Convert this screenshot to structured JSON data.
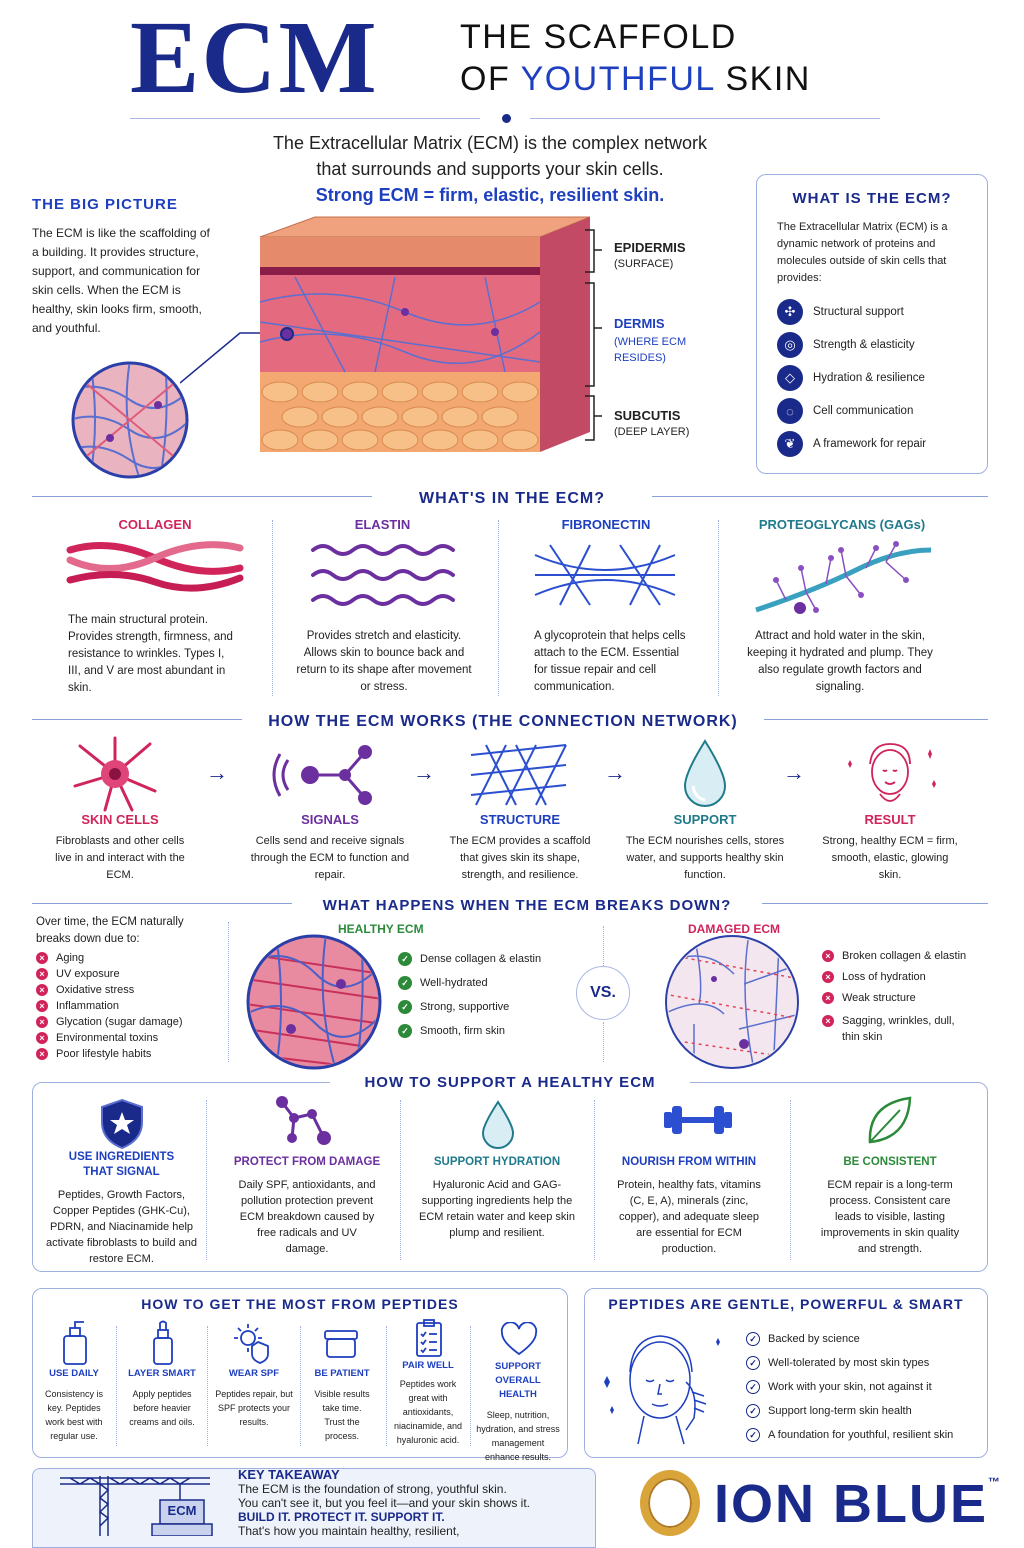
{
  "header": {
    "ecm": "ECM",
    "line1": "THE SCAFFOLD",
    "line2a": "OF",
    "line2b": "YOUTHFUL",
    "line2c": "SKIN",
    "intro1": "The Extracellular Matrix (ECM) is the complex network",
    "intro2": "that surrounds and supports your skin cells.",
    "intro3": "Strong ECM = firm, elastic, resilient skin."
  },
  "big_picture": {
    "title": "THE BIG PICTURE",
    "text": "The ECM is like the scaffolding of a building. It provides structure, support, and communication for skin cells. When the ECM is healthy, skin looks firm, smooth, and youthful."
  },
  "layers": [
    {
      "name": "EPIDERMIS",
      "sub": "(SURFACE)"
    },
    {
      "name": "DERMIS",
      "sub": "(WHERE ECM RESIDES)"
    },
    {
      "name": "SUBCUTIS",
      "sub": "(DEEP LAYER)"
    }
  ],
  "what_is": {
    "title": "WHAT IS THE ECM?",
    "text": "The Extracellular Matrix (ECM) is a dynamic network of proteins and molecules outside of skin cells that provides:",
    "items": [
      "Structural support",
      "Strength & elasticity",
      "Hydration & resilience",
      "Cell communication",
      "A framework for repair"
    ]
  },
  "whats_in": {
    "title": "WHAT'S IN THE ECM?",
    "items": [
      {
        "name": "COLLAGEN",
        "text": "The main structural protein. Provides strength, firmness, and resistance to wrinkles. Types I, III, and V are most abundant in skin."
      },
      {
        "name": "ELASTIN",
        "text": "Provides stretch and elasticity. Allows skin to bounce back and return to its shape after movement or stress."
      },
      {
        "name": "FIBRONECTIN",
        "text": "A glycoprotein that helps cells attach to the ECM. Essential for tissue repair and cell communication."
      },
      {
        "name": "PROTEOGLYCANS (GAGs)",
        "text": "Attract and hold water in the skin, keeping it hydrated and plump. They also regulate growth factors and signaling."
      }
    ]
  },
  "works": {
    "title": "HOW THE ECM WORKS (THE CONNECTION NETWORK)",
    "steps": [
      {
        "name": "SKIN CELLS",
        "text": "Fibroblasts and other cells live in and interact with the ECM."
      },
      {
        "name": "SIGNALS",
        "text": "Cells send and receive signals through the ECM to function and repair."
      },
      {
        "name": "STRUCTURE",
        "text": "The ECM provides a scaffold that gives skin its shape, strength, and resilience."
      },
      {
        "name": "SUPPORT",
        "text": "The ECM nourishes cells, stores water, and supports healthy skin function."
      },
      {
        "name": "RESULT",
        "text": "Strong, healthy ECM = firm, smooth, elastic, glowing skin."
      }
    ]
  },
  "breakdown": {
    "title": "WHAT HAPPENS WHEN THE ECM BREAKS DOWN?",
    "intro": "Over time, the ECM naturally breaks down due to:",
    "causes": [
      "Aging",
      "UV exposure",
      "Oxidative stress",
      "Inflammation",
      "Glycation (sugar damage)",
      "Environmental toxins",
      "Poor lifestyle habits"
    ],
    "healthy_title": "HEALTHY ECM",
    "healthy": [
      "Dense collagen & elastin",
      "Well-hydrated",
      "Strong, supportive",
      "Smooth, firm skin"
    ],
    "vs": "VS.",
    "damaged_title": "DAMAGED ECM",
    "damaged": [
      "Broken collagen & elastin",
      "Loss of hydration",
      "Weak structure",
      "Sagging, wrinkles, dull, thin skin"
    ]
  },
  "support": {
    "title": "HOW TO SUPPORT A HEALTHY ECM",
    "items": [
      {
        "name": "USE INGREDIENTS THAT SIGNAL",
        "text": "Peptides, Growth Factors, Copper Peptides (GHK-Cu), PDRN, and Niacinamide help activate fibroblasts to build and restore ECM."
      },
      {
        "name": "PROTECT FROM DAMAGE",
        "text": "Daily SPF, antioxidants, and pollution protection prevent ECM breakdown caused by free radicals and UV damage."
      },
      {
        "name": "SUPPORT HYDRATION",
        "text": "Hyaluronic Acid and GAG-supporting ingredients help the ECM retain water and keep skin plump and resilient."
      },
      {
        "name": "NOURISH FROM WITHIN",
        "text": "Protein, healthy fats, vitamins (C, E, A), minerals (zinc, copper), and adequate sleep are essential for ECM production."
      },
      {
        "name": "BE CONSISTENT",
        "text": "ECM repair is a long-term process. Consistent care leads to visible, lasting improvements in skin quality and strength."
      }
    ]
  },
  "peptides": {
    "title": "HOW TO GET THE MOST FROM PEPTIDES",
    "items": [
      {
        "name": "USE DAILY",
        "text": "Consistency is key. Peptides work best with regular use."
      },
      {
        "name": "LAYER SMART",
        "text": "Apply peptides before heavier creams and oils."
      },
      {
        "name": "WEAR SPF",
        "text": "Peptides repair, but SPF protects your results."
      },
      {
        "name": "BE PATIENT",
        "text": "Visible results take time. Trust the process."
      },
      {
        "name": "PAIR WELL",
        "text": "Peptides work great with antioxidants, niacinamide, and hyaluronic acid."
      },
      {
        "name": "SUPPORT OVERALL HEALTH",
        "text": "Sleep, nutrition, hydration, and stress management enhance results."
      }
    ]
  },
  "gentle": {
    "title": "PEPTIDES ARE GENTLE, POWERFUL & SMART",
    "items": [
      "Backed by science",
      "Well-tolerated by most skin types",
      "Work with your skin, not against it",
      "Support long-term skin health",
      "A foundation for youthful, resilient skin"
    ]
  },
  "takeaway": {
    "title": "KEY TAKEAWAY",
    "l1": "The ECM is the foundation of strong, youthful skin.",
    "l2": "You can't see it, but you feel it—and your skin shows it.",
    "l3": "BUILD IT. PROTECT IT. SUPPORT IT.",
    "l4": "That's how you maintain healthy, resilient,",
    "crate": "ECM"
  },
  "brand": {
    "name": "ION BLUE",
    "tm": "™"
  },
  "colors": {
    "navy": "#1a2a8a",
    "blue": "#1e3fbf",
    "pink": "#d0245a",
    "purple": "#6b2fa0",
    "teal": "#1f7a8c",
    "green": "#2c8a3a"
  }
}
